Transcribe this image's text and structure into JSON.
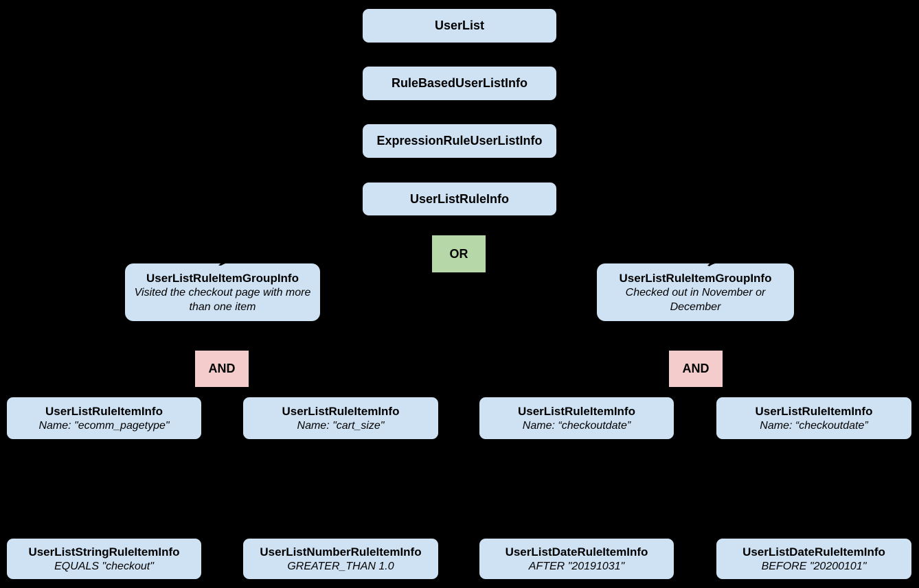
{
  "diagram": {
    "description": "UserList rule hierarchy diagram",
    "colors": {
      "background": "#000000",
      "node_fill": "#cfe2f3",
      "or_fill": "#b6d7a8",
      "and_fill": "#f4cccc",
      "text": "#000000"
    },
    "nodes": {
      "userlist": {
        "title": "UserList"
      },
      "rulebased": {
        "title": "RuleBasedUserListInfo"
      },
      "expression": {
        "title": "ExpressionRuleUserListInfo"
      },
      "userlistrule": {
        "title": "UserListRuleInfo"
      },
      "group_left": {
        "title": "UserListRuleItemGroupInfo",
        "subtitle": "Visited the checkout page with more than one item"
      },
      "group_right": {
        "title": "UserListRuleItemGroupInfo",
        "subtitle": "Checked out in November or December"
      },
      "item1": {
        "title": "UserListRuleItemInfo",
        "subtitle": "Name: \"ecomm_pagetype\""
      },
      "item2": {
        "title": "UserListRuleItemInfo",
        "subtitle": "Name: \"cart_size\""
      },
      "item3": {
        "title": "UserListRuleItemInfo",
        "subtitle": "Name: “checkoutdate”"
      },
      "item4": {
        "title": "UserListRuleItemInfo",
        "subtitle": "Name: “checkoutdate”"
      },
      "leaf1": {
        "title": "UserListStringRuleItemInfo",
        "subtitle": "EQUALS \"checkout\""
      },
      "leaf2": {
        "title": "UserListNumberRuleItemInfo",
        "subtitle": "GREATER_THAN 1.0"
      },
      "leaf3": {
        "title": "UserListDateRuleItemInfo",
        "subtitle": "AFTER \"20191031\""
      },
      "leaf4": {
        "title": "UserListDateRuleItemInfo",
        "subtitle": "BEFORE \"20200101\""
      }
    },
    "operators": {
      "or": {
        "label": "OR"
      },
      "and_left": {
        "label": "AND"
      },
      "and_right": {
        "label": "AND"
      }
    }
  }
}
